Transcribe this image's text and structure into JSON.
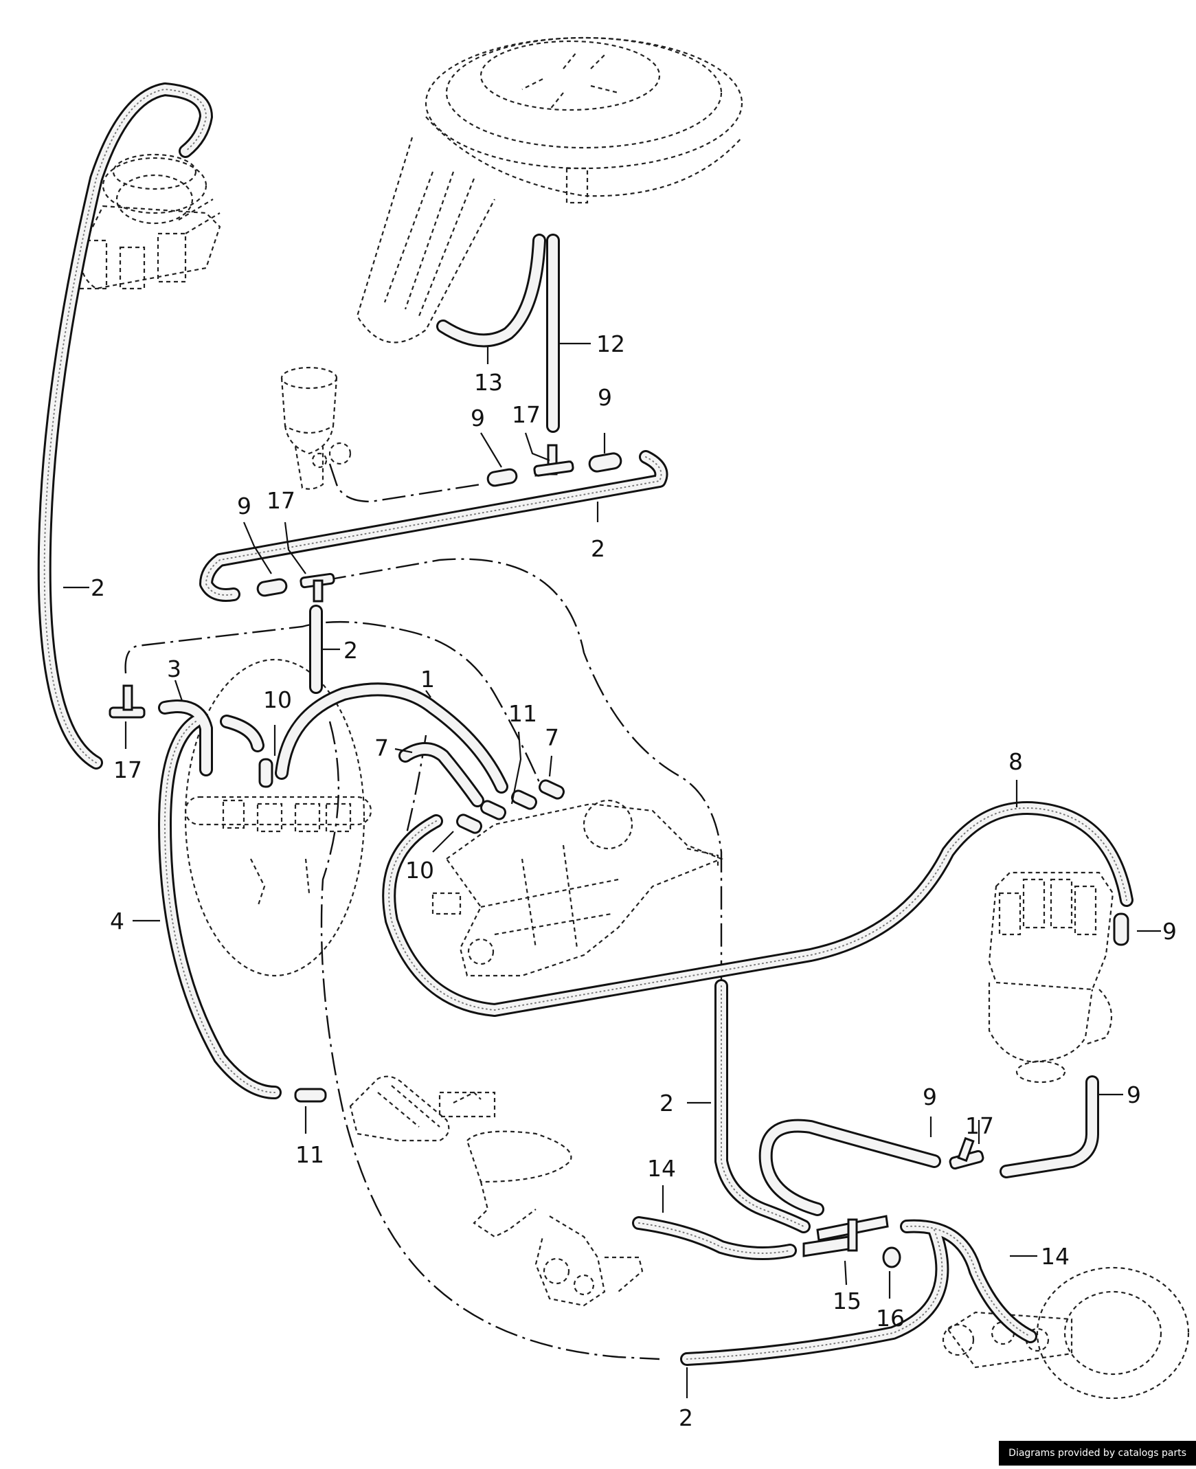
{
  "callouts": [
    {
      "id": "c12",
      "text": "12"
    },
    {
      "id": "c13",
      "text": "13"
    },
    {
      "id": "c9a",
      "text": "9"
    },
    {
      "id": "c17a",
      "text": "17"
    },
    {
      "id": "c9b",
      "text": "9"
    },
    {
      "id": "c2a",
      "text": "2"
    },
    {
      "id": "c9c",
      "text": "9"
    },
    {
      "id": "c17b",
      "text": "17"
    },
    {
      "id": "c2b",
      "text": "2"
    },
    {
      "id": "c2c",
      "text": "2"
    },
    {
      "id": "c3",
      "text": "3"
    },
    {
      "id": "c1",
      "text": "1"
    },
    {
      "id": "c10a",
      "text": "10"
    },
    {
      "id": "c17c",
      "text": "17"
    },
    {
      "id": "c11a",
      "text": "11"
    },
    {
      "id": "c7a",
      "text": "7"
    },
    {
      "id": "c7b",
      "text": "7"
    },
    {
      "id": "c8",
      "text": "8"
    },
    {
      "id": "c10b",
      "text": "10"
    },
    {
      "id": "c4",
      "text": "4"
    },
    {
      "id": "c9d",
      "text": "9"
    },
    {
      "id": "c11b",
      "text": "11"
    },
    {
      "id": "c2d",
      "text": "2"
    },
    {
      "id": "c9e",
      "text": "9"
    },
    {
      "id": "c9f",
      "text": "9"
    },
    {
      "id": "c17d",
      "text": "17"
    },
    {
      "id": "c14a",
      "text": "14"
    },
    {
      "id": "c14b",
      "text": "14"
    },
    {
      "id": "c15",
      "text": "15"
    },
    {
      "id": "c16",
      "text": "16"
    },
    {
      "id": "c2e",
      "text": "2"
    }
  ],
  "credit": "Diagrams provided by catalogs parts"
}
